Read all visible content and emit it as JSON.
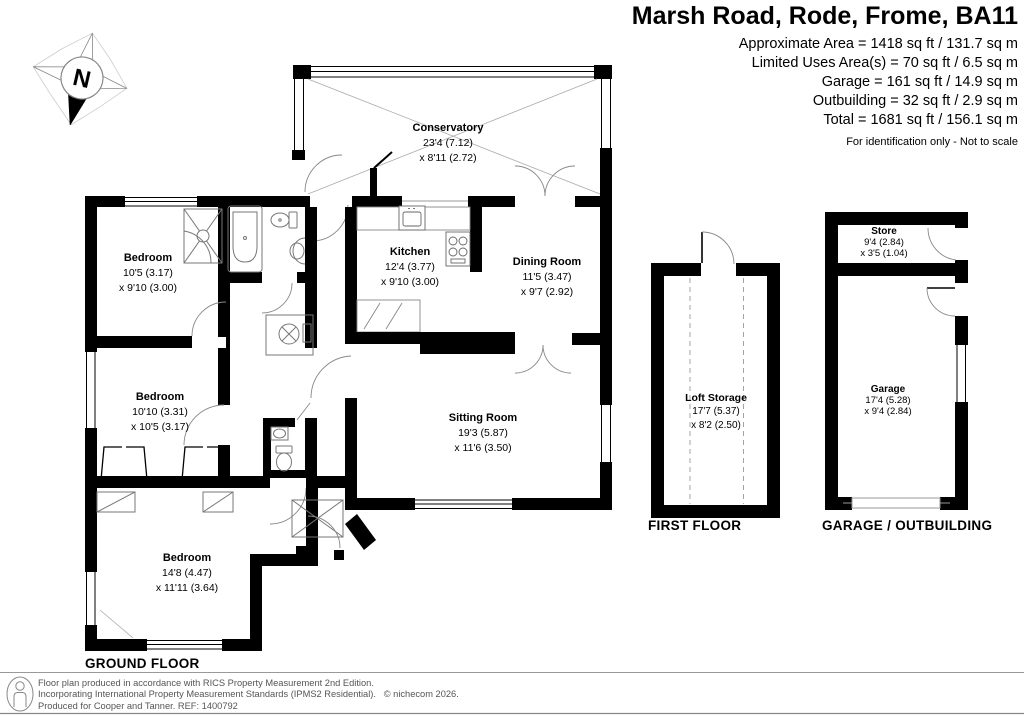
{
  "header": {
    "title": "Marsh Road, Rode, Frome, BA11",
    "area_lines": [
      "Approximate Area = 1418 sq ft / 131.7 sq m",
      "Limited Uses Area(s) = 70 sq ft / 6.5 sq m",
      "Garage = 161 sq ft / 14.9 sq m",
      "Outbuilding = 32 sq ft / 2.9 sq m",
      "Total = 1681 sq ft / 156.1 sq m"
    ],
    "disclaimer": "For identification only - Not to scale"
  },
  "compass": {
    "north_label": "N"
  },
  "floors": {
    "ground_label": "GROUND FLOOR",
    "first_label": "FIRST FLOOR",
    "garage_label": "GARAGE / OUTBUILDING"
  },
  "rooms": {
    "conservatory": {
      "name": "Conservatory",
      "line1": "23'4 (7.12)",
      "line2": "x 8'11 (2.72)"
    },
    "kitchen": {
      "name": "Kitchen",
      "line1": "12'4 (3.77)",
      "line2": "x 9'10 (3.00)"
    },
    "dining": {
      "name": "Dining Room",
      "line1": "11'5 (3.47)",
      "line2": "x 9'7 (2.92)"
    },
    "bed1": {
      "name": "Bedroom",
      "line1": "10'5 (3.17)",
      "line2": "x 9'10 (3.00)"
    },
    "bed2": {
      "name": "Bedroom",
      "line1": "10'10 (3.31)",
      "line2": "x 10'5 (3.17)"
    },
    "sitting": {
      "name": "Sitting Room",
      "line1": "19'3 (5.87)",
      "line2": "x 11'6 (3.50)"
    },
    "bed3": {
      "name": "Bedroom",
      "line1": "14'8 (4.47)",
      "line2": "x 11'11 (3.64)"
    },
    "loft": {
      "name": "Loft Storage",
      "line1": "17'7 (5.37)",
      "line2": "x 8'2 (2.50)"
    },
    "store": {
      "name": "Store",
      "line1": "9'4 (2.84)",
      "line2": "x 3'5 (1.04)"
    },
    "garage": {
      "name": "Garage",
      "line1": "17'4 (5.28)",
      "line2": "x 9'4 (2.84)"
    }
  },
  "footer": {
    "line1": "Floor plan produced in accordance with RICS Property Measurement 2nd Edition.",
    "line2": "Incorporating International Property Measurement Standards (IPMS2 Residential).",
    "copyright": "© nichecom 2026.",
    "line3": "Produced for Cooper and Tanner.    REF: 1400792"
  },
  "icons": [
    "compass-rose-north",
    "rics-person-icon",
    "bathtub",
    "toilet",
    "hand-basin",
    "shower-cubicle",
    "kitchen-sink",
    "hob",
    "boiler-cupboard",
    "wardrobe"
  ],
  "colors": {
    "wall": "#000000",
    "thin_line": "#8a8a8a",
    "text_gray": "#555555"
  }
}
